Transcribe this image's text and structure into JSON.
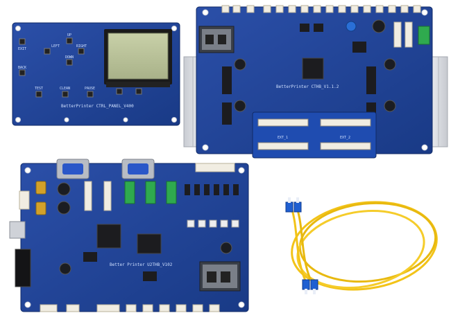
{
  "panel_board": {
    "labels": {
      "exit": "EXIT",
      "left": "LEFT",
      "up": "UP",
      "right": "RIGHT",
      "down": "DOWN",
      "back": "BACK",
      "test": "TEST",
      "clean": "CLEAN",
      "pause": "PAUSE",
      "name": "BetterPrinter CTRL_PANEL_V400"
    }
  },
  "head_board": {
    "name": "BetterPrinter CTHB_V1.1.2",
    "labels": {
      "ext1": "EXT_1",
      "ext2": "EXT_2"
    }
  },
  "main_board": {
    "name": "Better Printer U2THB_V102"
  },
  "colors": {
    "pcb_blue": "#1f3f8f",
    "pcb_blue_dark": "#16306f",
    "fiber_yellow": "#f2c318",
    "connector_blue": "#1f5fd1",
    "heatsink": "#d8dbe0"
  },
  "icons": {
    "fiber": "fiber-optic-cable-icon"
  }
}
